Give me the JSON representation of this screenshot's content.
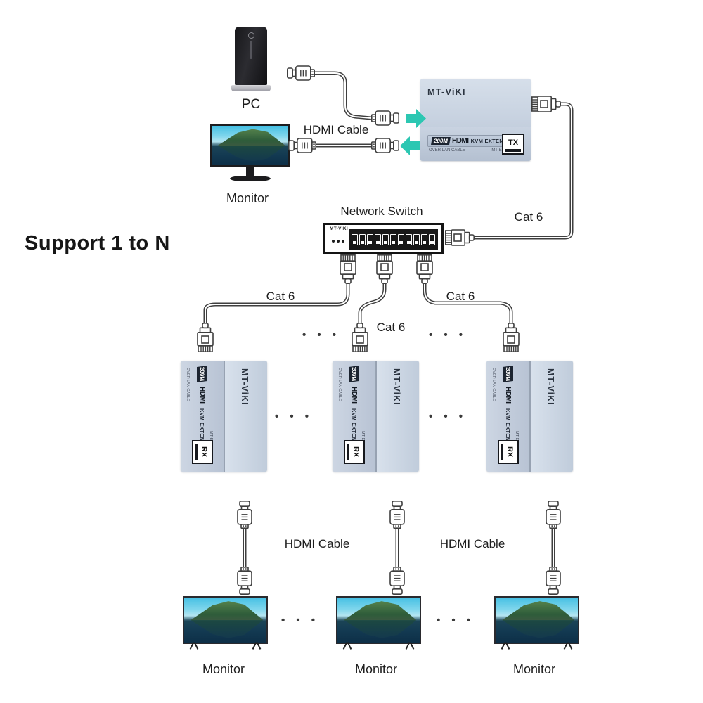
{
  "title": "Support 1 to N",
  "labels": {
    "pc": "PC",
    "monitor": "Monitor",
    "hdmi_cable": "HDMI Cable",
    "network_switch": "Network Switch",
    "cat6": "Cat 6",
    "dots": "• • •"
  },
  "extender": {
    "brand": "MT-ViKI",
    "range_badge": "200M",
    "hdmi_word": "HDMI",
    "kvm_word": "KVM EXTENDER",
    "over_lan": "OVER LAN CABLE",
    "model": "MT-ED020",
    "tx_label": "TX",
    "rx_label": "RX"
  },
  "network_switch": {
    "brand": "MT-VIKI",
    "port_count": 11
  },
  "colors": {
    "arrow": "#2cc7b2",
    "device_body": "#c8d2e0",
    "cable": "#3f3f3f"
  }
}
